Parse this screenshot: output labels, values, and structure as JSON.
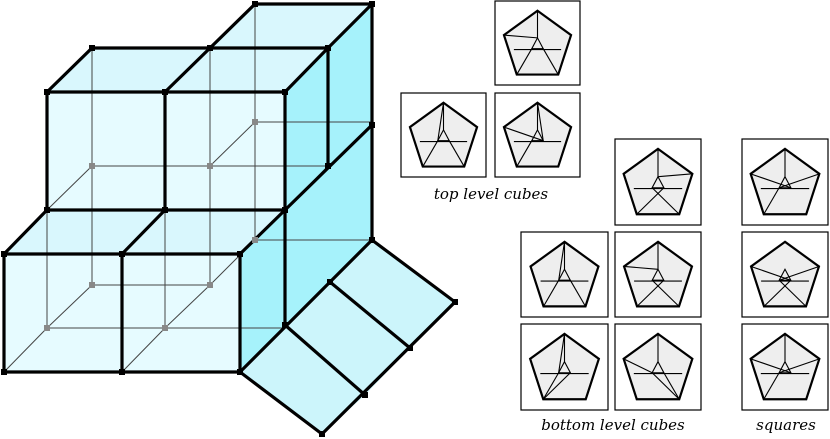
{
  "captions": {
    "top": "top level cubes",
    "bottom": "bottom level cubes",
    "squares": "squares"
  },
  "colors": {
    "cube_front": "#e6fbff",
    "cube_side": "#a6f2fb",
    "square_face": "#ccf5fb",
    "pentagon_fill": "#eeeeee"
  },
  "icons": [
    "cube-complex",
    "pentagon-link-diagram"
  ]
}
